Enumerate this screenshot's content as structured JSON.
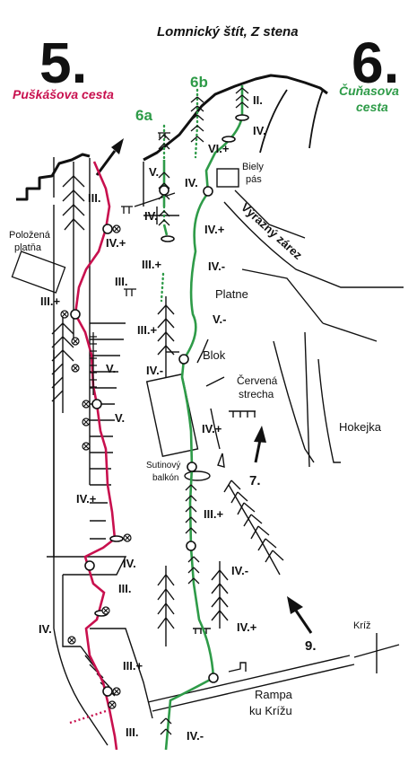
{
  "title": "Lomnický štít, Z stena",
  "routes": {
    "left": {
      "number": "5.",
      "name": "Puškášova cesta",
      "color": "#c8104e"
    },
    "right": {
      "number": "6.",
      "name_line1": "Čuňasova",
      "name_line2": "cesta",
      "color": "#2e9b48"
    }
  },
  "variants": {
    "a": "6a",
    "b": "6b"
  },
  "labels": {
    "polozena": [
      "Položená",
      "platňa"
    ],
    "biely": [
      "Biely",
      "pás"
    ],
    "vyrazny": "Výrazný zárez",
    "platne": "Platne",
    "blok": "Blok",
    "cervena": [
      "Červená",
      "strecha"
    ],
    "hokejka": "Hokejka",
    "sutinovy": [
      "Sutinový",
      "balkón"
    ],
    "rampa": [
      "Rampa",
      "ku Krížu"
    ],
    "kriz": "Kríž",
    "access7": "7.",
    "access9": "9."
  },
  "grades": {
    "g_II": "II.",
    "g_IV_top": "IV.",
    "g_VI": "VI.+",
    "g_V_6a": "V.",
    "g_IV_6b": "IV.",
    "g_IV_6a": "IV.",
    "g_IVp_r": "IV.+",
    "g_IIIp_6a": "III.+",
    "g_IVm_r": "IV.-",
    "g_IIIp_l1": "III.",
    "g_IVp_l": "IV.+",
    "g_IIIm_l": "III.",
    "g_IIIp_l2": "III.+",
    "g_Vm_r": "V.-",
    "g_IIIp_c": "III.+",
    "g_IVm_c": "IV.-",
    "g_V_l1": "V.",
    "g_V_l2": "V.",
    "g_IVp_c2": "IV.+",
    "g_IVp_l2": "IV.+",
    "g_IIIp_r": "III.+",
    "g_IV_l": "IV.",
    "g_IVm_r2": "IV.-",
    "g_III_l": "III.",
    "g_IV_l2": "IV.",
    "g_IVp_r2": "IV.+",
    "g_IIIp_l3": "III.+",
    "g_III_bot": "III.",
    "g_IVm_bot": "IV.-"
  }
}
